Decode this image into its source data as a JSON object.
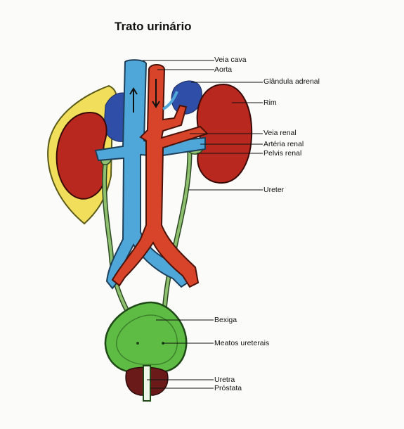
{
  "title": "Trato urinário",
  "labels": {
    "veia_cava": "Veia cava",
    "aorta": "Aorta",
    "glandula_adrenal": "Glândula adrenal",
    "rim": "Rim",
    "veia_renal": "Veia renal",
    "arteria_renal": "Artéria renal",
    "pelvis_renal": "Pelvis renal",
    "ureter": "Ureter",
    "bexiga": "Bexiga",
    "meatos_ureterais": "Meatos ureterais",
    "uretra": "Uretra",
    "prostata": "Próstata"
  },
  "colors": {
    "vein": "#4fa6d9",
    "artery": "#d8442a",
    "kidney": "#b8281f",
    "adrenal": "#2f4ea8",
    "fat": "#f1de5a",
    "ureter": "#8ec070",
    "bladder": "#5ebc44",
    "prostate": "#6b1a1a"
  }
}
